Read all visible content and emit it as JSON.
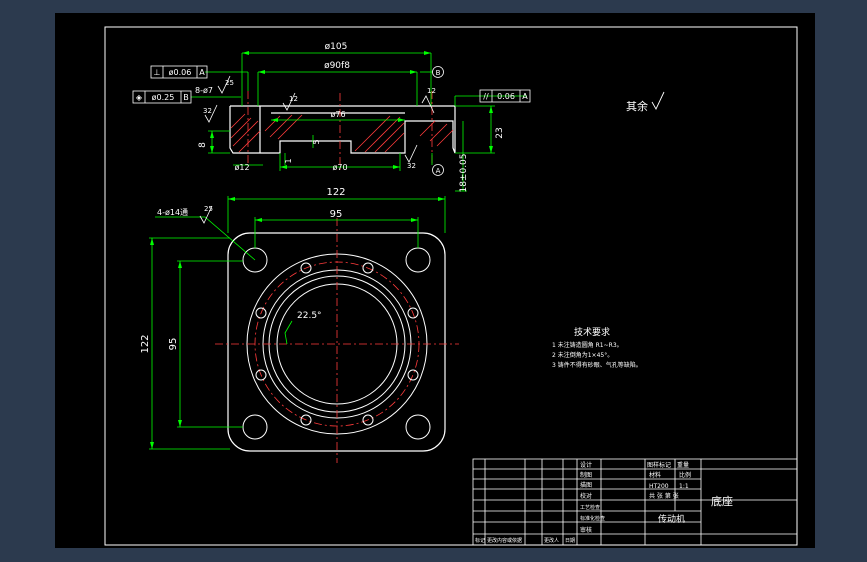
{
  "colors": {
    "background": "#2c3a4e",
    "sheet": "#000000",
    "lines": "#ffffff",
    "dimensions": "#00ff00",
    "centerlines": "#ff3b3b",
    "annotation": "#ffffff"
  },
  "section_view": {
    "dims": {
      "d105": "ø105",
      "d90": "ø90f8",
      "d76": "ø76",
      "d70": "ø70",
      "d12": "ø12",
      "h23": "23",
      "h18": "18±0.05",
      "h8": "8",
      "h1": "1",
      "h5": "5"
    },
    "tolerances": {
      "perp_symbol": "⊥",
      "perp_value": "ø0.06",
      "perp_datum": "A",
      "pos_symbol": "◈",
      "pos_value": "ø0.25",
      "pos_datum": "B",
      "par_symbol": "//",
      "par_value": "0.06",
      "par_datum": "A",
      "hole_callout": "8-ø7"
    },
    "roughness": {
      "r1": "25",
      "r2": "12",
      "r3": "32",
      "r4": "12",
      "r5": "32"
    },
    "datums": {
      "a": "A",
      "b": "B"
    }
  },
  "plan_view": {
    "overall_width": "122",
    "hole_spacing": "95",
    "overall_height": "122",
    "hole_spacing_v": "95",
    "hole_callout": "4-ø14通",
    "roughness": "25",
    "angle": "22.5°"
  },
  "surface_note": "其余",
  "tech_notes": {
    "title": "技术要求",
    "items": [
      "1 未注铸造圆角 R1~R3。",
      "2 未注倒角为1×45°。",
      "3 铸件不得有砂眼、气孔等缺陷。"
    ]
  },
  "title_block": {
    "part_name": "底座",
    "machine": "传动机",
    "material_label": "材料",
    "material": "HT200",
    "scale_label": "比例",
    "scale": "1:1",
    "sheet_label": "共 张 第 张",
    "roles": [
      "设计",
      "制图",
      "描图",
      "校对",
      "工艺检查",
      "标准化检查",
      "审核"
    ],
    "revision_headers": [
      "标记",
      "更改内容或依据",
      "更改人",
      "日期"
    ],
    "drawing_no_label": "图样标记",
    "weight_label": "重量"
  }
}
